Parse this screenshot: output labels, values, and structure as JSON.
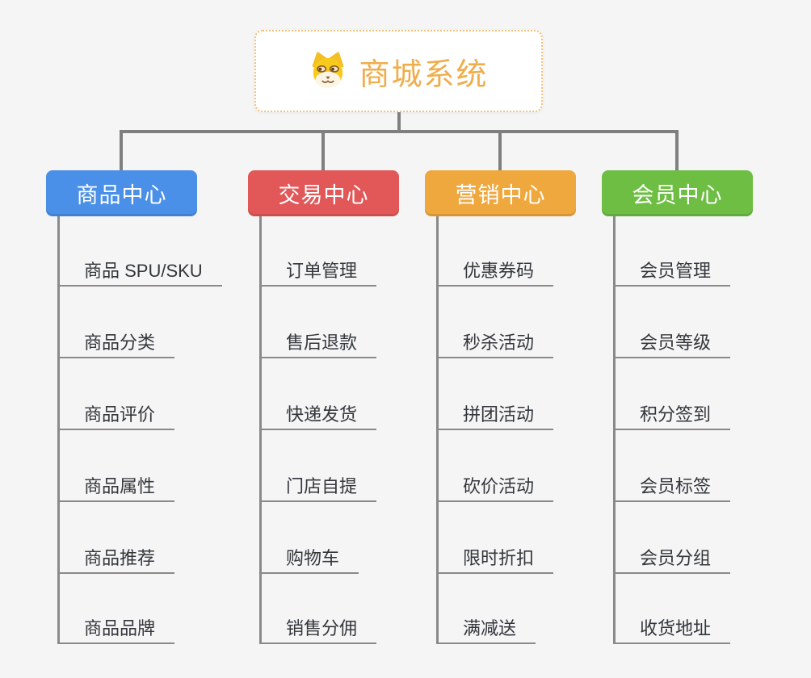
{
  "page": {
    "background": "#f5f5f6"
  },
  "root": {
    "title": "商城系统",
    "icon": "dog-face-icon",
    "title_color": "#f0ad4b",
    "border_color": "#f2c078"
  },
  "connectors": {
    "color": "#7f7f7f",
    "twig_color": "#8a8a8a"
  },
  "branches": [
    {
      "label": "商品中心",
      "color": "#4a90e8",
      "items": [
        "商品 SPU/SKU",
        "商品分类",
        "商品评价",
        "商品属性",
        "商品推荐",
        "商品品牌"
      ]
    },
    {
      "label": "交易中心",
      "color": "#e25758",
      "items": [
        "订单管理",
        "售后退款",
        "快递发货",
        "门店自提",
        "购物车",
        "销售分佣"
      ]
    },
    {
      "label": "营销中心",
      "color": "#efa83d",
      "items": [
        "优惠券码",
        "秒杀活动",
        "拼团活动",
        "砍价活动",
        "限时折扣",
        "满减送"
      ]
    },
    {
      "label": "会员中心",
      "color": "#6ebe44",
      "items": [
        "会员管理",
        "会员等级",
        "积分签到",
        "会员标签",
        "会员分组",
        "收货地址"
      ]
    }
  ]
}
